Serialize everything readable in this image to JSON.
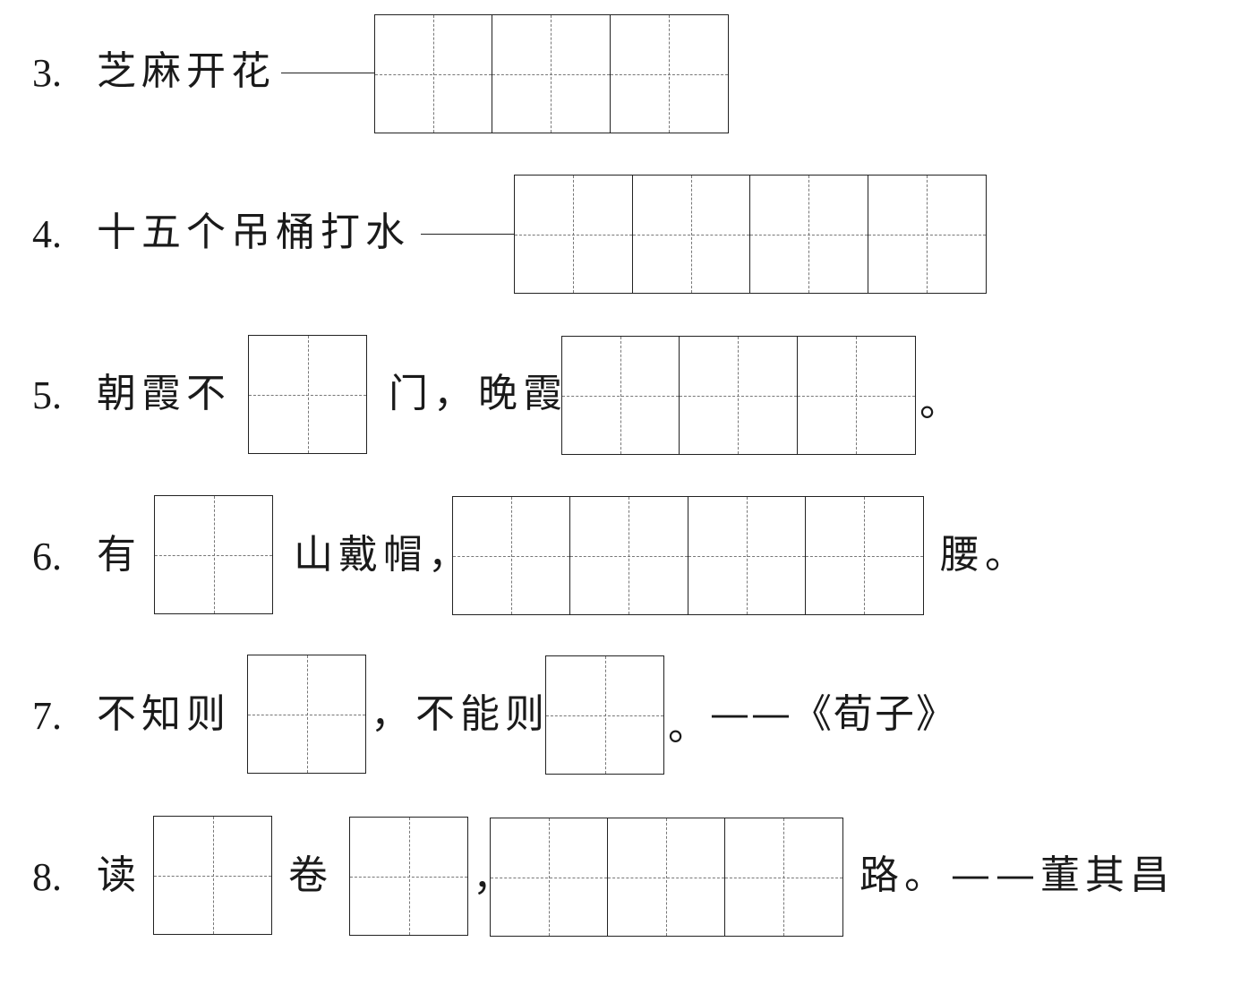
{
  "items": [
    {
      "number": "3.",
      "parts": [
        "芝麻开花"
      ],
      "suffix": ""
    },
    {
      "number": "4.",
      "parts": [
        "十五个吊桶打水"
      ],
      "suffix": ""
    },
    {
      "number": "5.",
      "parts": [
        "朝霞不",
        "门，晚霞",
        "。"
      ],
      "suffix": ""
    },
    {
      "number": "6.",
      "parts": [
        "有",
        "山戴帽，",
        "腰。"
      ],
      "suffix": ""
    },
    {
      "number": "7.",
      "parts": [
        "不知则",
        "，不能则",
        "。"
      ],
      "suffix": "——《荀子》"
    },
    {
      "number": "8.",
      "parts": [
        "读",
        "卷",
        "，",
        "路。"
      ],
      "suffix": "——董其昌"
    }
  ]
}
